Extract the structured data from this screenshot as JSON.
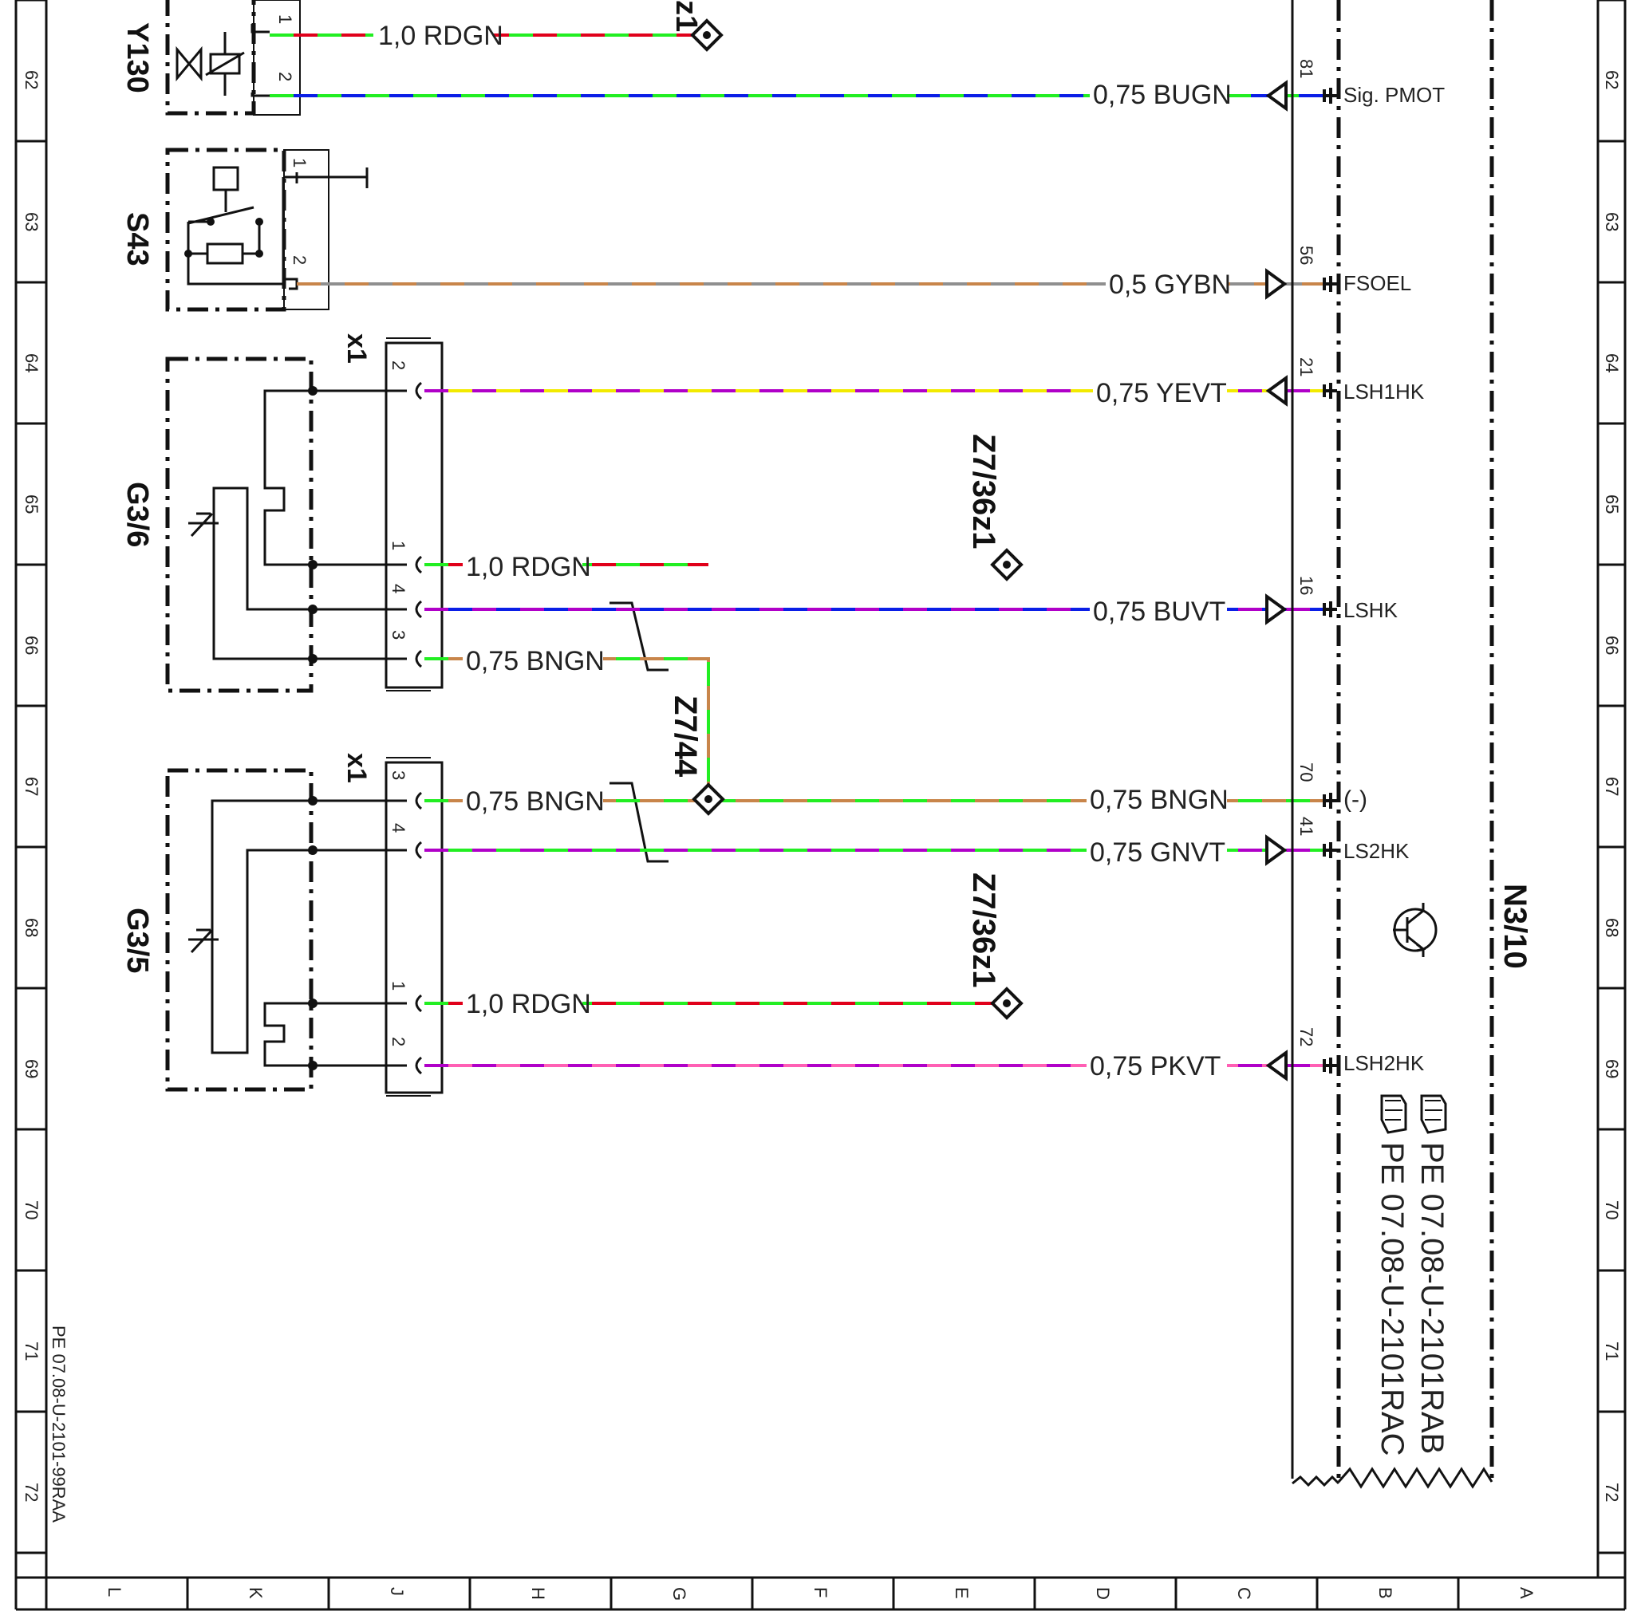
{
  "sheet": {
    "row_labels": [
      "62",
      "63",
      "64",
      "65",
      "66",
      "67",
      "68",
      "69",
      "70",
      "71",
      "72"
    ],
    "column_labels": [
      "L",
      "K",
      "J",
      "H",
      "G",
      "F",
      "E",
      "D",
      "C",
      "B",
      "A"
    ],
    "doc_code": "PE 07.08-U-2101-99RAA"
  },
  "components": {
    "y130": "Y130",
    "s43": "S43",
    "g3_6": "G3/6",
    "g3_5": "G3/5",
    "n3_10": "N3/10",
    "x1_upper": "x1",
    "x1_lower": "x1",
    "z7_36z1_a": "Z7/36z1",
    "z7_36z1_b": "Z7/36z1",
    "z7_44": "Z7/44",
    "z1_top": "z1"
  },
  "pins": {
    "y130": [
      "1",
      "2"
    ],
    "s43": [
      "1",
      "2"
    ],
    "g3_6": [
      "2",
      "1",
      "4",
      "3"
    ],
    "g3_5": [
      "3",
      "4",
      "1",
      "2"
    ],
    "n3_10": [
      "81",
      "56",
      "21",
      "16",
      "70",
      "41",
      "72"
    ]
  },
  "n3_10_signals": [
    "Sig. PMOT",
    "FSOEL",
    "LSH1HK",
    "LSHK",
    "(-)",
    "LS2HK",
    "LSH2HK"
  ],
  "wires": {
    "y130_1": "1,0 RDGN",
    "y130_2": "0,75 BUGN",
    "s43_2": "0,5 GYBN",
    "g36_2": "0,75 YEVT",
    "g36_1": "1,0 RDGN",
    "g36_4": "0,75 BUVT",
    "g36_3": "0,75 BNGN",
    "g35_3": "0,75 BNGN",
    "n3_70": "0,75 BNGN",
    "g35_4": "0,75 GNVT",
    "g35_1": "1,0 RDGN",
    "g35_2": "0,75 PKVT"
  },
  "references": [
    "PE 07.08-U-2101RAB",
    "PE 07.08-U-2101RAC"
  ],
  "colors": {
    "RD": "#e0001a",
    "GN": "#22ee22",
    "BU": "#0a1ee6",
    "GY": "#8f8f8f",
    "BN": "#c8854a",
    "YE": "#f2ea00",
    "VT": "#b000c8",
    "PK": "#ff5fb4"
  }
}
